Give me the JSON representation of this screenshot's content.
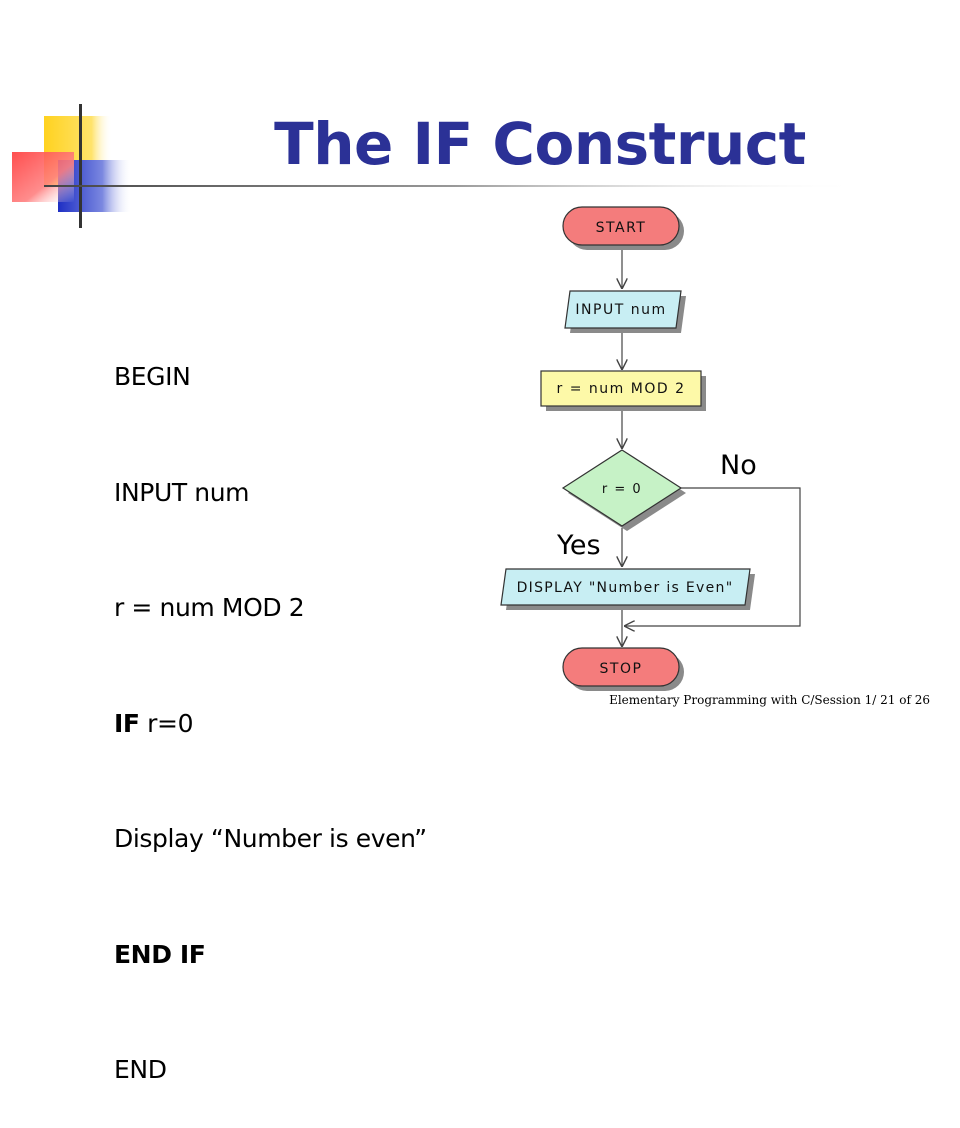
{
  "slide": {
    "title": "The IF Construct",
    "footer": "Elementary Programming with C/Session 1/ 21 of 26"
  },
  "pseudocode": {
    "begin": "BEGIN",
    "input": "INPUT num",
    "assign": "r = num MOD 2",
    "if_keyword": "IF",
    "if_condition": " r=0",
    "display": "Display “Number is even”",
    "end_if": "END IF",
    "end": "END"
  },
  "flowchart": {
    "start": "START",
    "input": "INPUT num",
    "process": "r = num MOD 2",
    "decision": "r = 0",
    "output": "DISPLAY \"Number is Even\"",
    "stop": "STOP",
    "yes_label": "Yes",
    "no_label": "No"
  },
  "colors": {
    "title": "#2b3196",
    "terminator_fill": "#f47c7c",
    "io_fill": "#c8eef3",
    "process_fill": "#fdf9a8",
    "decision_fill": "#c6f2c6",
    "deco_yellow": "#ffd21f",
    "deco_red": "#ff4a4a",
    "deco_blue": "#2236c8"
  }
}
